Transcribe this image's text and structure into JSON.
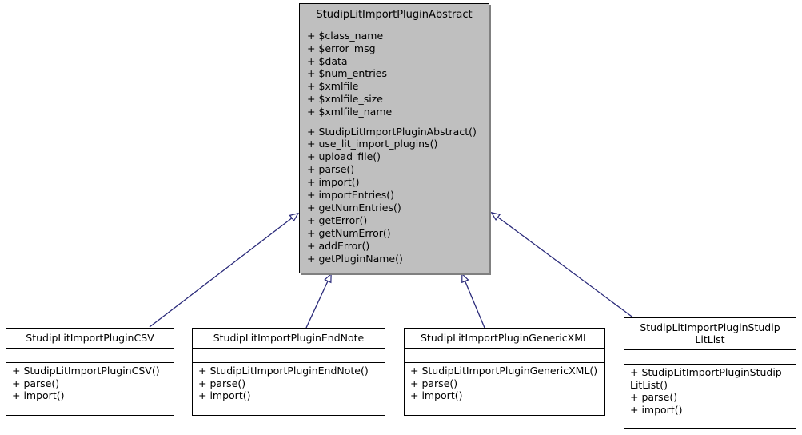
{
  "diagram": {
    "type": "uml-class-diagram",
    "title": "StudipLitImportPluginAbstract inheritance diagram",
    "relationship": "generalization",
    "line_color": "#2a2a7a",
    "abstract_fill": "#bfbfbf",
    "box_border": "#000000",
    "background": "#ffffff"
  },
  "classes": {
    "abstract": {
      "name": "StudipLitImportPluginAbstract",
      "attributes": [
        "+ $class_name",
        "+ $error_msg",
        "+ $data",
        "+ $num_entries",
        "+ $xmlfile",
        "+ $xmlfile_size",
        "+ $xmlfile_name"
      ],
      "operations": [
        "+ StudipLitImportPluginAbstract()",
        "+ use_lit_import_plugins()",
        "+ upload_file()",
        "+ parse()",
        "+ import()",
        "+ importEntries()",
        "+ getNumEntries()",
        "+ getError()",
        "+ getNumError()",
        "+ addError()",
        "+ getPluginName()"
      ]
    },
    "csv": {
      "name": "StudipLitImportPluginCSV",
      "attributes": [],
      "operations": [
        "+ StudipLitImportPluginCSV()",
        "+ parse()",
        "+ import()"
      ]
    },
    "endnote": {
      "name": "StudipLitImportPluginEndNote",
      "attributes": [],
      "operations": [
        "+ StudipLitImportPluginEndNote()",
        "+ parse()",
        "+ import()"
      ]
    },
    "genericxml": {
      "name": "StudipLitImportPluginGenericXML",
      "attributes": [],
      "operations": [
        "+ StudipLitImportPluginGenericXML()",
        "+ parse()",
        "+ import()"
      ]
    },
    "studiplitlist": {
      "name": "StudipLitImportPluginStudip\nLitList",
      "attributes": [],
      "operations": [
        "+ StudipLitImportPluginStudip LitList()",
        "+ parse()",
        "+ import()"
      ]
    }
  }
}
